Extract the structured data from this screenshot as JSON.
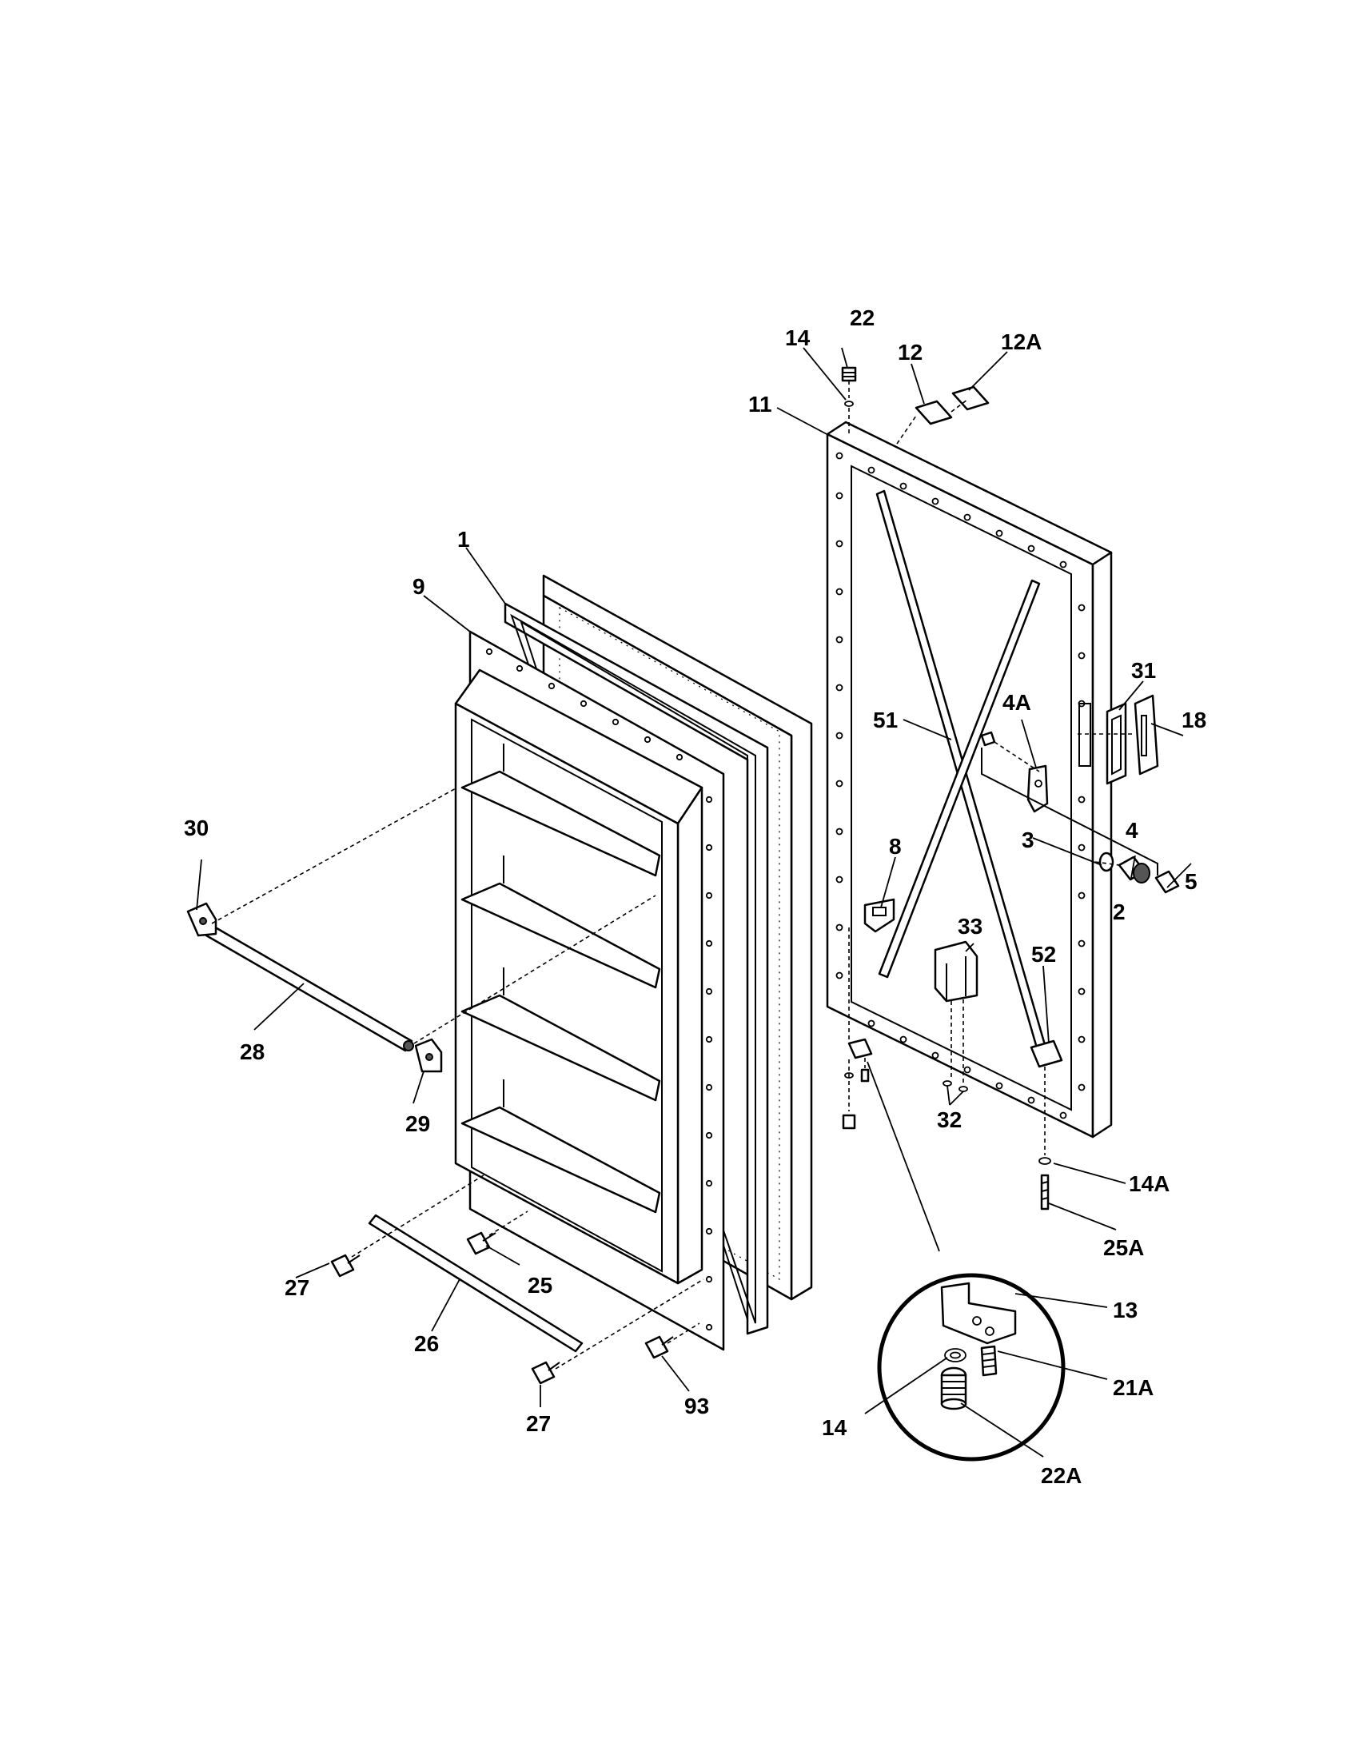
{
  "title": "",
  "labels": {
    "l1": "1",
    "l2": "2",
    "l3": "3",
    "l4": "4",
    "l4a": "4A",
    "l5": "5",
    "l8": "8",
    "l9": "9",
    "l11": "11",
    "l12": "12",
    "l12a": "12A",
    "l13": "13",
    "l14_top": "14",
    "l14_inset": "14",
    "l14a": "14A",
    "l18": "18",
    "l21a": "21A",
    "l22": "22",
    "l22a": "22A",
    "l25": "25",
    "l25a": "25A",
    "l26": "26",
    "l27_left": "27",
    "l27_bottom": "27",
    "l28": "28",
    "l29": "29",
    "l30": "30",
    "l31": "31",
    "l32": "32",
    "l33": "33",
    "l51": "51",
    "l52": "52",
    "l93": "93"
  }
}
